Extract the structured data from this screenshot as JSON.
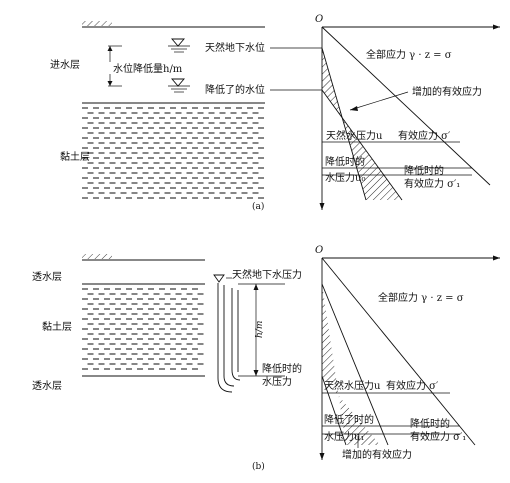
{
  "diagram_a": {
    "origin": "O",
    "layer_permeable": "进水层",
    "layer_clay": "黏土层",
    "drawdown_label": "水位降低量h/m",
    "natural_water_level": "天然地下水位",
    "lowered_water_level": "降低了的水位",
    "total_stress": "全部应力 γ · z = σ",
    "increased_effective_stress": "增加的有效应力",
    "natural_pore_pressure": "天然水压力u",
    "effective_stress": "有效应力 σ′",
    "lowered_pore_pressure_1": "降低时的",
    "lowered_pore_pressure_2": "水压力u₀",
    "lowered_effective_1": "降低时的",
    "lowered_effective_2": "有效应力 σ′₁",
    "caption": "(a)"
  },
  "diagram_b": {
    "origin": "O",
    "layer_top": "透水层",
    "layer_clay": "黏土层",
    "layer_bottom": "透水层",
    "natural_head": "天然地下水压力",
    "head_drop": "h/m",
    "lowered_head_1": "降低时的",
    "lowered_head_2": "水压力",
    "total_stress": "全部应力 γ · z = σ",
    "natural_pore_pressure": "天然水压力u",
    "effective_stress": "有效应力 σ′",
    "lowered_pore_pressure_1": "降低了时的",
    "lowered_pore_pressure_2": "水压力u₁",
    "lowered_effective_1": "降低时的",
    "lowered_effective_2": "有效应力 σ′₁",
    "increased_effective_stress": "增加的有效应力",
    "caption": "(b)"
  }
}
